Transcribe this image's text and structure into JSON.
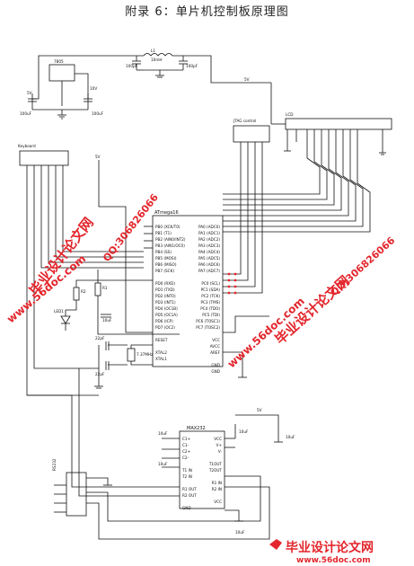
{
  "page": {
    "title": "附录 6：单片机控制板原理图"
  },
  "circuit": {
    "labels": {
      "reg": "7805",
      "coil": "L1",
      "coil_val": "10mH",
      "cap_a": "100pF",
      "cap_b": "100pF",
      "cap_c": "100uF",
      "cap_d": "100uF",
      "v1": "5V",
      "v2": "10V",
      "vcc_top": "5V",
      "vcc_mid": "5V",
      "vcc_low": "5V",
      "lcd": "LCD",
      "jtag": "JTAG control",
      "keyboard": "Keyboard",
      "mcu": "ATmega16",
      "led": "LED1",
      "r1": "R1",
      "r2": "R2",
      "c_reset": "10uF",
      "c_x1": "22pF",
      "c_x2": "22pF",
      "crystal": "7.37MHz",
      "db9": "RS232",
      "max": "MAX232",
      "c_max1": "10uF",
      "c_max2": "10uF",
      "c_max3": "10uF",
      "c_max4": "10uF",
      "c_max5": "10uF"
    },
    "mcu_left_pins": [
      "PB0 (XCK/T0)",
      "PB1 (T1)",
      "PB2 (AIN0/INT2)",
      "PB3 (AIN1/OC0)",
      "PB4 (SS)",
      "PB5 (MOSI)",
      "PB6 (MISO)",
      "PB7 (SCK)",
      "",
      "PD0 (RXD)",
      "PD1 (TXD)",
      "PD2 (INT0)",
      "PD3 (INT1)",
      "PD4 (OC1B)",
      "PD5 (OC1A)",
      "PD6 (ICP)",
      "PD7 (OC2)",
      "",
      "RESET",
      "",
      "XTAL2",
      "XTAL1"
    ],
    "mcu_right_pins": [
      "PA0 (ADC0)",
      "PA1 (ADC1)",
      "PA2 (ADC2)",
      "PA3 (ADC3)",
      "PA4 (ADC4)",
      "PA5 (ADC5)",
      "PA6 (ADC6)",
      "PA7 (ADC7)",
      "",
      "PC0 (SCL)",
      "PC1 (SDA)",
      "PC2 (TCK)",
      "PC3 (TMS)",
      "PC4 (TDO)",
      "PC5 (TDI)",
      "PC6 (TOSC1)",
      "PC7 (TOSC2)",
      "",
      "VCC",
      "AVCC",
      "AREF",
      "",
      "GND",
      "GND"
    ],
    "max_left_pins": [
      "C1+",
      "C1-",
      "C2+",
      "C2-",
      "",
      "T1 IN",
      "T2 IN",
      "",
      "R1 OUT",
      "R2 OUT",
      "",
      "GND"
    ],
    "max_right_pins": [
      "VCC",
      "V+",
      "V-",
      "",
      "T1OUT",
      "T2OUT",
      "",
      "R1 IN",
      "R2 IN",
      "",
      "VCC"
    ]
  },
  "watermarks": {
    "site_name": "毕业设计论文网",
    "url": "www.56doc.com",
    "qq": "QQ:306826066"
  }
}
